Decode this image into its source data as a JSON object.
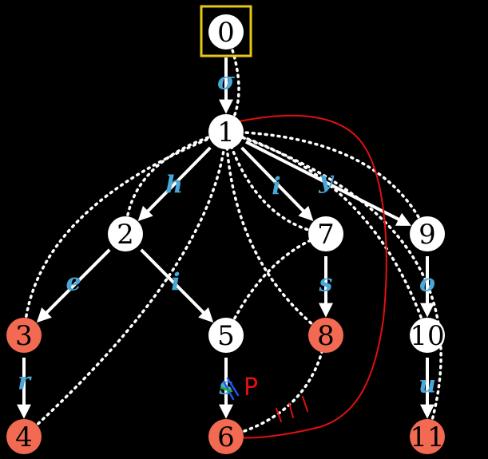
{
  "colors": {
    "background": "#000000",
    "node_normal": "#ffffff",
    "node_terminal": "#f26a52",
    "node_text_dark": "#000000",
    "node_text_light": "#ffffff",
    "edge_label": "#4aa8d8",
    "root_highlight": "#e6c619",
    "annotation_red": "#e01010",
    "annotation_blue": "#2255ee",
    "annotation_green": "#22aa22"
  },
  "nodes": [
    {
      "id": "0",
      "label": "0",
      "terminal": false,
      "highlighted": true
    },
    {
      "id": "1",
      "label": "1",
      "terminal": false
    },
    {
      "id": "2",
      "label": "2",
      "terminal": false
    },
    {
      "id": "3",
      "label": "3",
      "terminal": true
    },
    {
      "id": "4",
      "label": "4",
      "terminal": true
    },
    {
      "id": "5",
      "label": "5",
      "terminal": false
    },
    {
      "id": "6",
      "label": "6",
      "terminal": true
    },
    {
      "id": "7",
      "label": "7",
      "terminal": false
    },
    {
      "id": "8",
      "label": "8",
      "terminal": true
    },
    {
      "id": "9",
      "label": "9",
      "terminal": false
    },
    {
      "id": "10",
      "label": "10",
      "terminal": false
    },
    {
      "id": "11",
      "label": "11",
      "terminal": true
    }
  ],
  "edges": [
    {
      "from": "0",
      "to": "1",
      "label": "σ"
    },
    {
      "from": "1",
      "to": "2",
      "label": "h"
    },
    {
      "from": "1",
      "to": "7",
      "label": "i"
    },
    {
      "from": "1",
      "to": "9",
      "label": "y"
    },
    {
      "from": "2",
      "to": "3",
      "label": "e"
    },
    {
      "from": "2",
      "to": "5",
      "label": "i"
    },
    {
      "from": "3",
      "to": "4",
      "label": "r"
    },
    {
      "from": "5",
      "to": "6",
      "label": "s"
    },
    {
      "from": "7",
      "to": "8",
      "label": "s"
    },
    {
      "from": "9",
      "to": "10",
      "label": "o"
    },
    {
      "from": "10",
      "to": "11",
      "label": "u"
    }
  ],
  "failure_links": [
    {
      "from": "1",
      "to": "0"
    },
    {
      "from": "2",
      "to": "1"
    },
    {
      "from": "3",
      "to": "1"
    },
    {
      "from": "4",
      "to": "1"
    },
    {
      "from": "5",
      "to": "7"
    },
    {
      "from": "6",
      "to": "8"
    },
    {
      "from": "7",
      "to": "1"
    },
    {
      "from": "8",
      "to": "1"
    },
    {
      "from": "9",
      "to": "1"
    },
    {
      "from": "10",
      "to": "1"
    },
    {
      "from": "11",
      "to": "1"
    }
  ],
  "annotations": {
    "handwritten_letter": "P"
  }
}
